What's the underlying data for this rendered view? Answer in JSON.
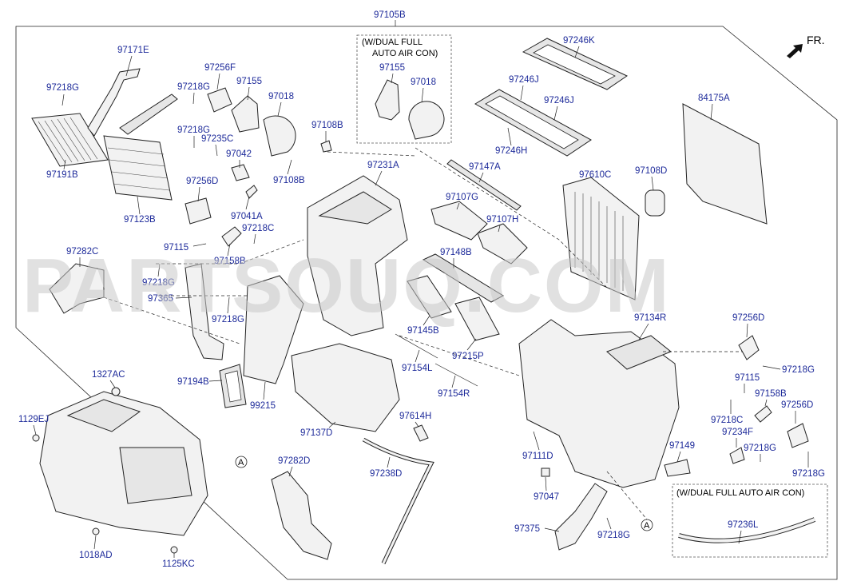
{
  "direction_marker": "FR.",
  "watermark": "PARTSOUQ.COM",
  "notes": {
    "dual_auto_top_line1": "(W/DUAL FULL",
    "dual_auto_top_line2": "AUTO AIR CON)",
    "dual_auto_bottom": "(W/DUAL FULL AUTO AIR CON)"
  },
  "reference_marker": "A",
  "labels": {
    "l97105B": "97105B",
    "l97171E": "97171E",
    "l97218G_a": "97218G",
    "l97191B": "97191B",
    "l97123B": "97123B",
    "l97256F": "97256F",
    "l97218G_b": "97218G",
    "l97155_a": "97155",
    "l97018_a": "97018",
    "l97218G_c": "97218G",
    "l97235C": "97235C",
    "l97042": "97042",
    "l97108B_a": "97108B",
    "l97108B_b": "97108B",
    "l97256D_a": "97256D",
    "l97041A": "97041A",
    "l97218C_a": "97218C",
    "l97115_a": "97115",
    "l97158B_a": "97158B",
    "l97155_b": "97155",
    "l97018_b": "97018",
    "l97231A": "97231A",
    "l97246K": "97246K",
    "l97246J_a": "97246J",
    "l97246J_b": "97246J",
    "l97246H": "97246H",
    "l84175A": "84175A",
    "l97147A": "97147A",
    "l97107G": "97107G",
    "l97107H": "97107H",
    "l97610C": "97610C",
    "l97108D": "97108D",
    "l97148B": "97148B",
    "l97282C": "97282C",
    "l97218G_d": "97218G",
    "l97365": "97365",
    "l97218G_e": "97218G",
    "l97145B": "97145B",
    "l97215P": "97215P",
    "l97154L": "97154L",
    "l97154R": "97154R",
    "l97194B": "97194B",
    "l99215": "99215",
    "l97137D": "97137D",
    "l97614H": "97614H",
    "l97134R": "97134R",
    "l97256D_b": "97256D",
    "l97115_b": "97115",
    "l97218G_f": "97218G",
    "l97158B_b": "97158B",
    "l97256D_c": "97256D",
    "l97218C_b": "97218C",
    "l97234F": "97234F",
    "l97218G_g": "97218G",
    "l97218G_h": "97218G",
    "l97111D": "97111D",
    "l97149": "97149",
    "l97047": "97047",
    "l97375": "97375",
    "l97218G_i": "97218G",
    "l97236L": "97236L",
    "l1327AC": "1327AC",
    "l1129EJ": "1129EJ",
    "l1018AD": "1018AD",
    "l1125KC": "1125KC",
    "l97282D": "97282D",
    "l97238D": "97238D"
  }
}
